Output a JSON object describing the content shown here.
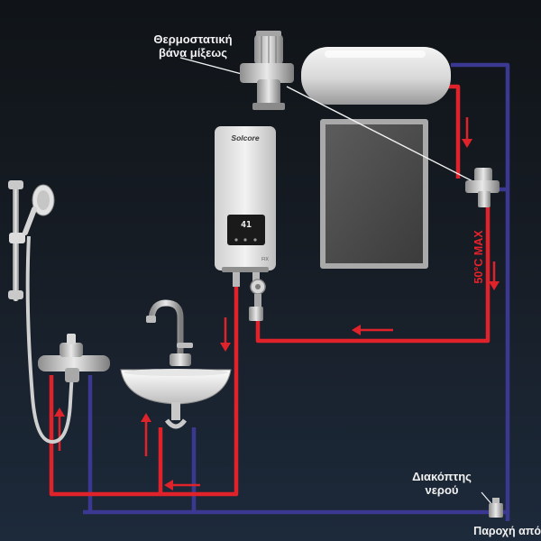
{
  "labels": {
    "mixing_valve": [
      "Θερμοστατική",
      "βάνα μίξεως"
    ],
    "temperature_limit": "50°C MAX",
    "shutoff": [
      "Διακόπτης",
      "νερού"
    ],
    "water_supply": "Παροχή από"
  },
  "heater": {
    "brand": "Solcore",
    "display_reading": "41",
    "model": "FIX"
  },
  "colors": {
    "hot_pipe": "#e0222b",
    "cold_pipe": "#3a3890",
    "background_top": "#101418",
    "background_bottom": "#1d2a3b",
    "label_text": "#f2f2f2"
  }
}
